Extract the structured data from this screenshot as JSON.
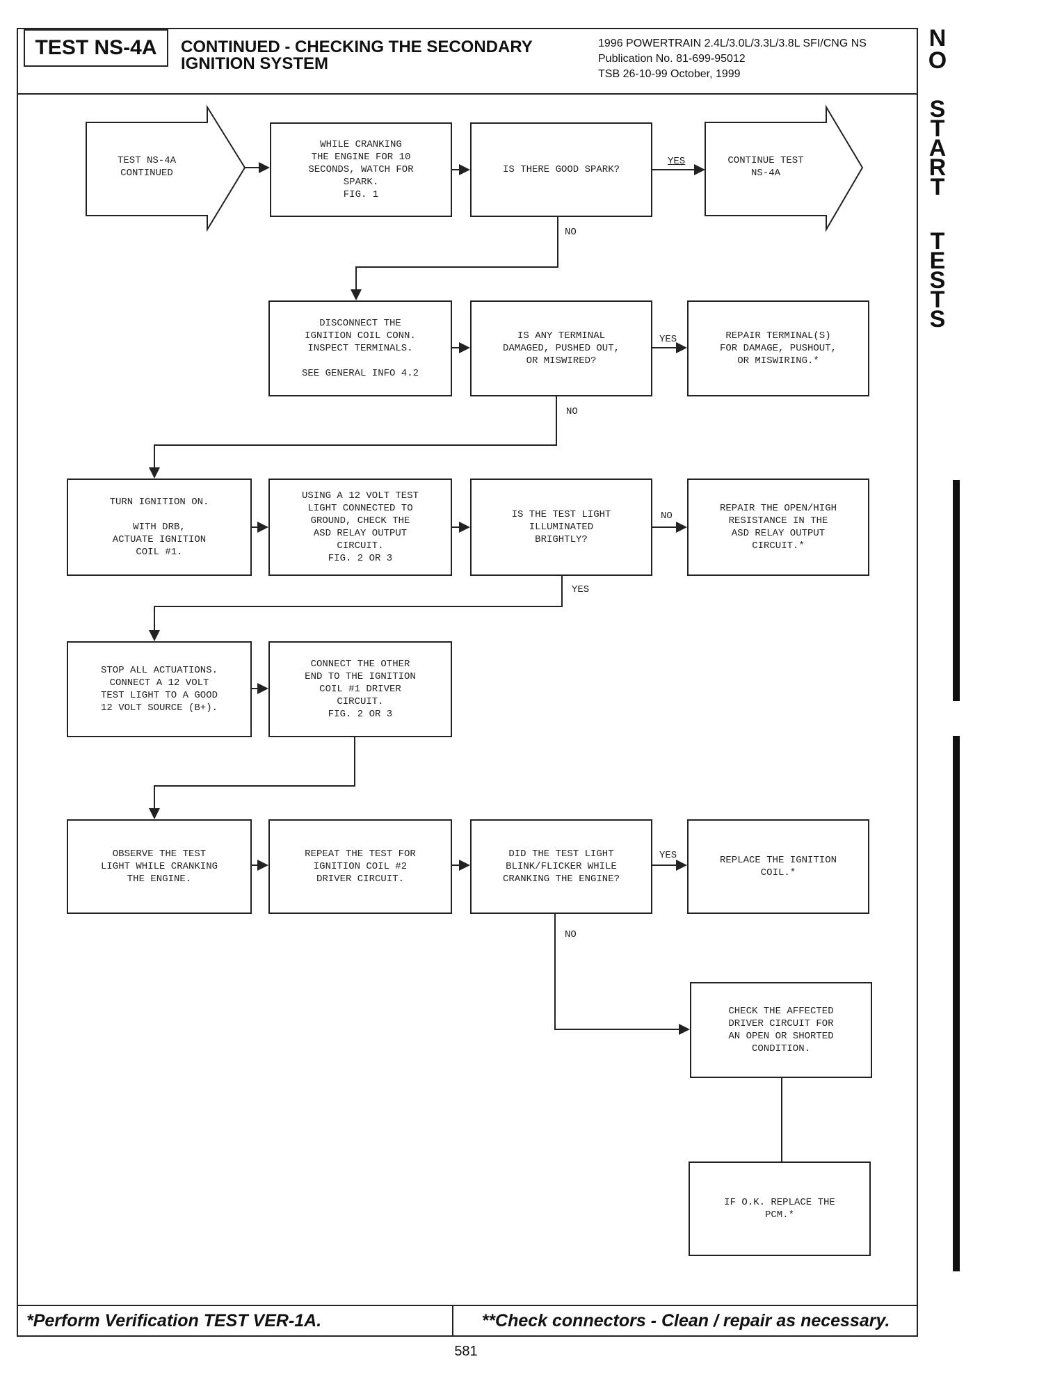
{
  "header": {
    "test_id": "TEST NS-4A",
    "title": "CONTINUED - CHECKING THE SECONDARY IGNITION SYSTEM",
    "publication_line1": "1996 POWERTRAIN 2.4L/3.0L/3.3L/3.8L SFI/CNG NS",
    "publication_line2": "Publication No. 81-699-95012",
    "publication_line3": "TSB 26-10-99   October, 1999"
  },
  "side_tab": {
    "letters": [
      "N",
      "O",
      "S",
      "T",
      "A",
      "R",
      "T",
      "T",
      "E",
      "S",
      "T",
      "S"
    ]
  },
  "flow": {
    "start": "TEST NS-4A\nCONTINUED",
    "crank_watch": "WHILE CRANKING\nTHE ENGINE FOR 10\nSECONDS, WATCH FOR\nSPARK.\nFIG. 1",
    "good_spark_q": "IS THERE GOOD SPARK?",
    "continue": "CONTINUE TEST\nNS-4A",
    "disconnect_coil": "DISCONNECT THE\nIGNITION COIL CONN.\nINSPECT TERMINALS.\n\nSEE GENERAL INFO 4.2",
    "terminal_q": "IS ANY TERMINAL\nDAMAGED, PUSHED OUT,\nOR MISWIRED?",
    "repair_terminal": "REPAIR TERMINAL(S)\nFOR DAMAGE, PUSHOUT,\nOR MISWIRING.*",
    "ignition_on": "TURN IGNITION ON.\n\nWITH DRB,\nACTUATE IGNITION\nCOIL #1.",
    "test_light_ground": "USING A 12 VOLT TEST\nLIGHT CONNECTED TO\nGROUND, CHECK THE\nASD RELAY OUTPUT\nCIRCUIT.\nFIG. 2 OR 3",
    "light_bright_q": "IS THE TEST LIGHT\nILLUMINATED\nBRIGHTLY?",
    "repair_open": "REPAIR THE OPEN/HIGH\nRESISTANCE IN THE\nASD RELAY OUTPUT\nCIRCUIT.*",
    "stop_actuations": "STOP ALL ACTUATIONS.\nCONNECT A 12 VOLT\nTEST LIGHT TO A GOOD\n12 VOLT SOURCE (B+).",
    "connect_other_end": "CONNECT THE OTHER\nEND TO THE IGNITION\nCOIL #1 DRIVER\nCIRCUIT.\nFIG. 2 OR 3",
    "observe_light": "OBSERVE THE TEST\nLIGHT WHILE CRANKING\nTHE ENGINE.",
    "repeat_coil2": "REPEAT THE TEST FOR\nIGNITION COIL #2\nDRIVER CIRCUIT.",
    "blink_q": "DID THE TEST LIGHT\nBLINK/FLICKER WHILE\nCRANKING THE ENGINE?",
    "replace_coil": "REPLACE THE IGNITION\nCOIL.*",
    "check_driver": "CHECK THE AFFECTED\nDRIVER CIRCUIT FOR\nAN OPEN OR SHORTED\nCONDITION.",
    "replace_pcm": "IF O.K. REPLACE THE\nPCM.*"
  },
  "labels": {
    "yes": "YES",
    "no": "NO"
  },
  "footer": {
    "left": "*Perform Verification TEST VER-1A.",
    "right": "**Check connectors - Clean / repair as necessary."
  },
  "page_number": "581"
}
